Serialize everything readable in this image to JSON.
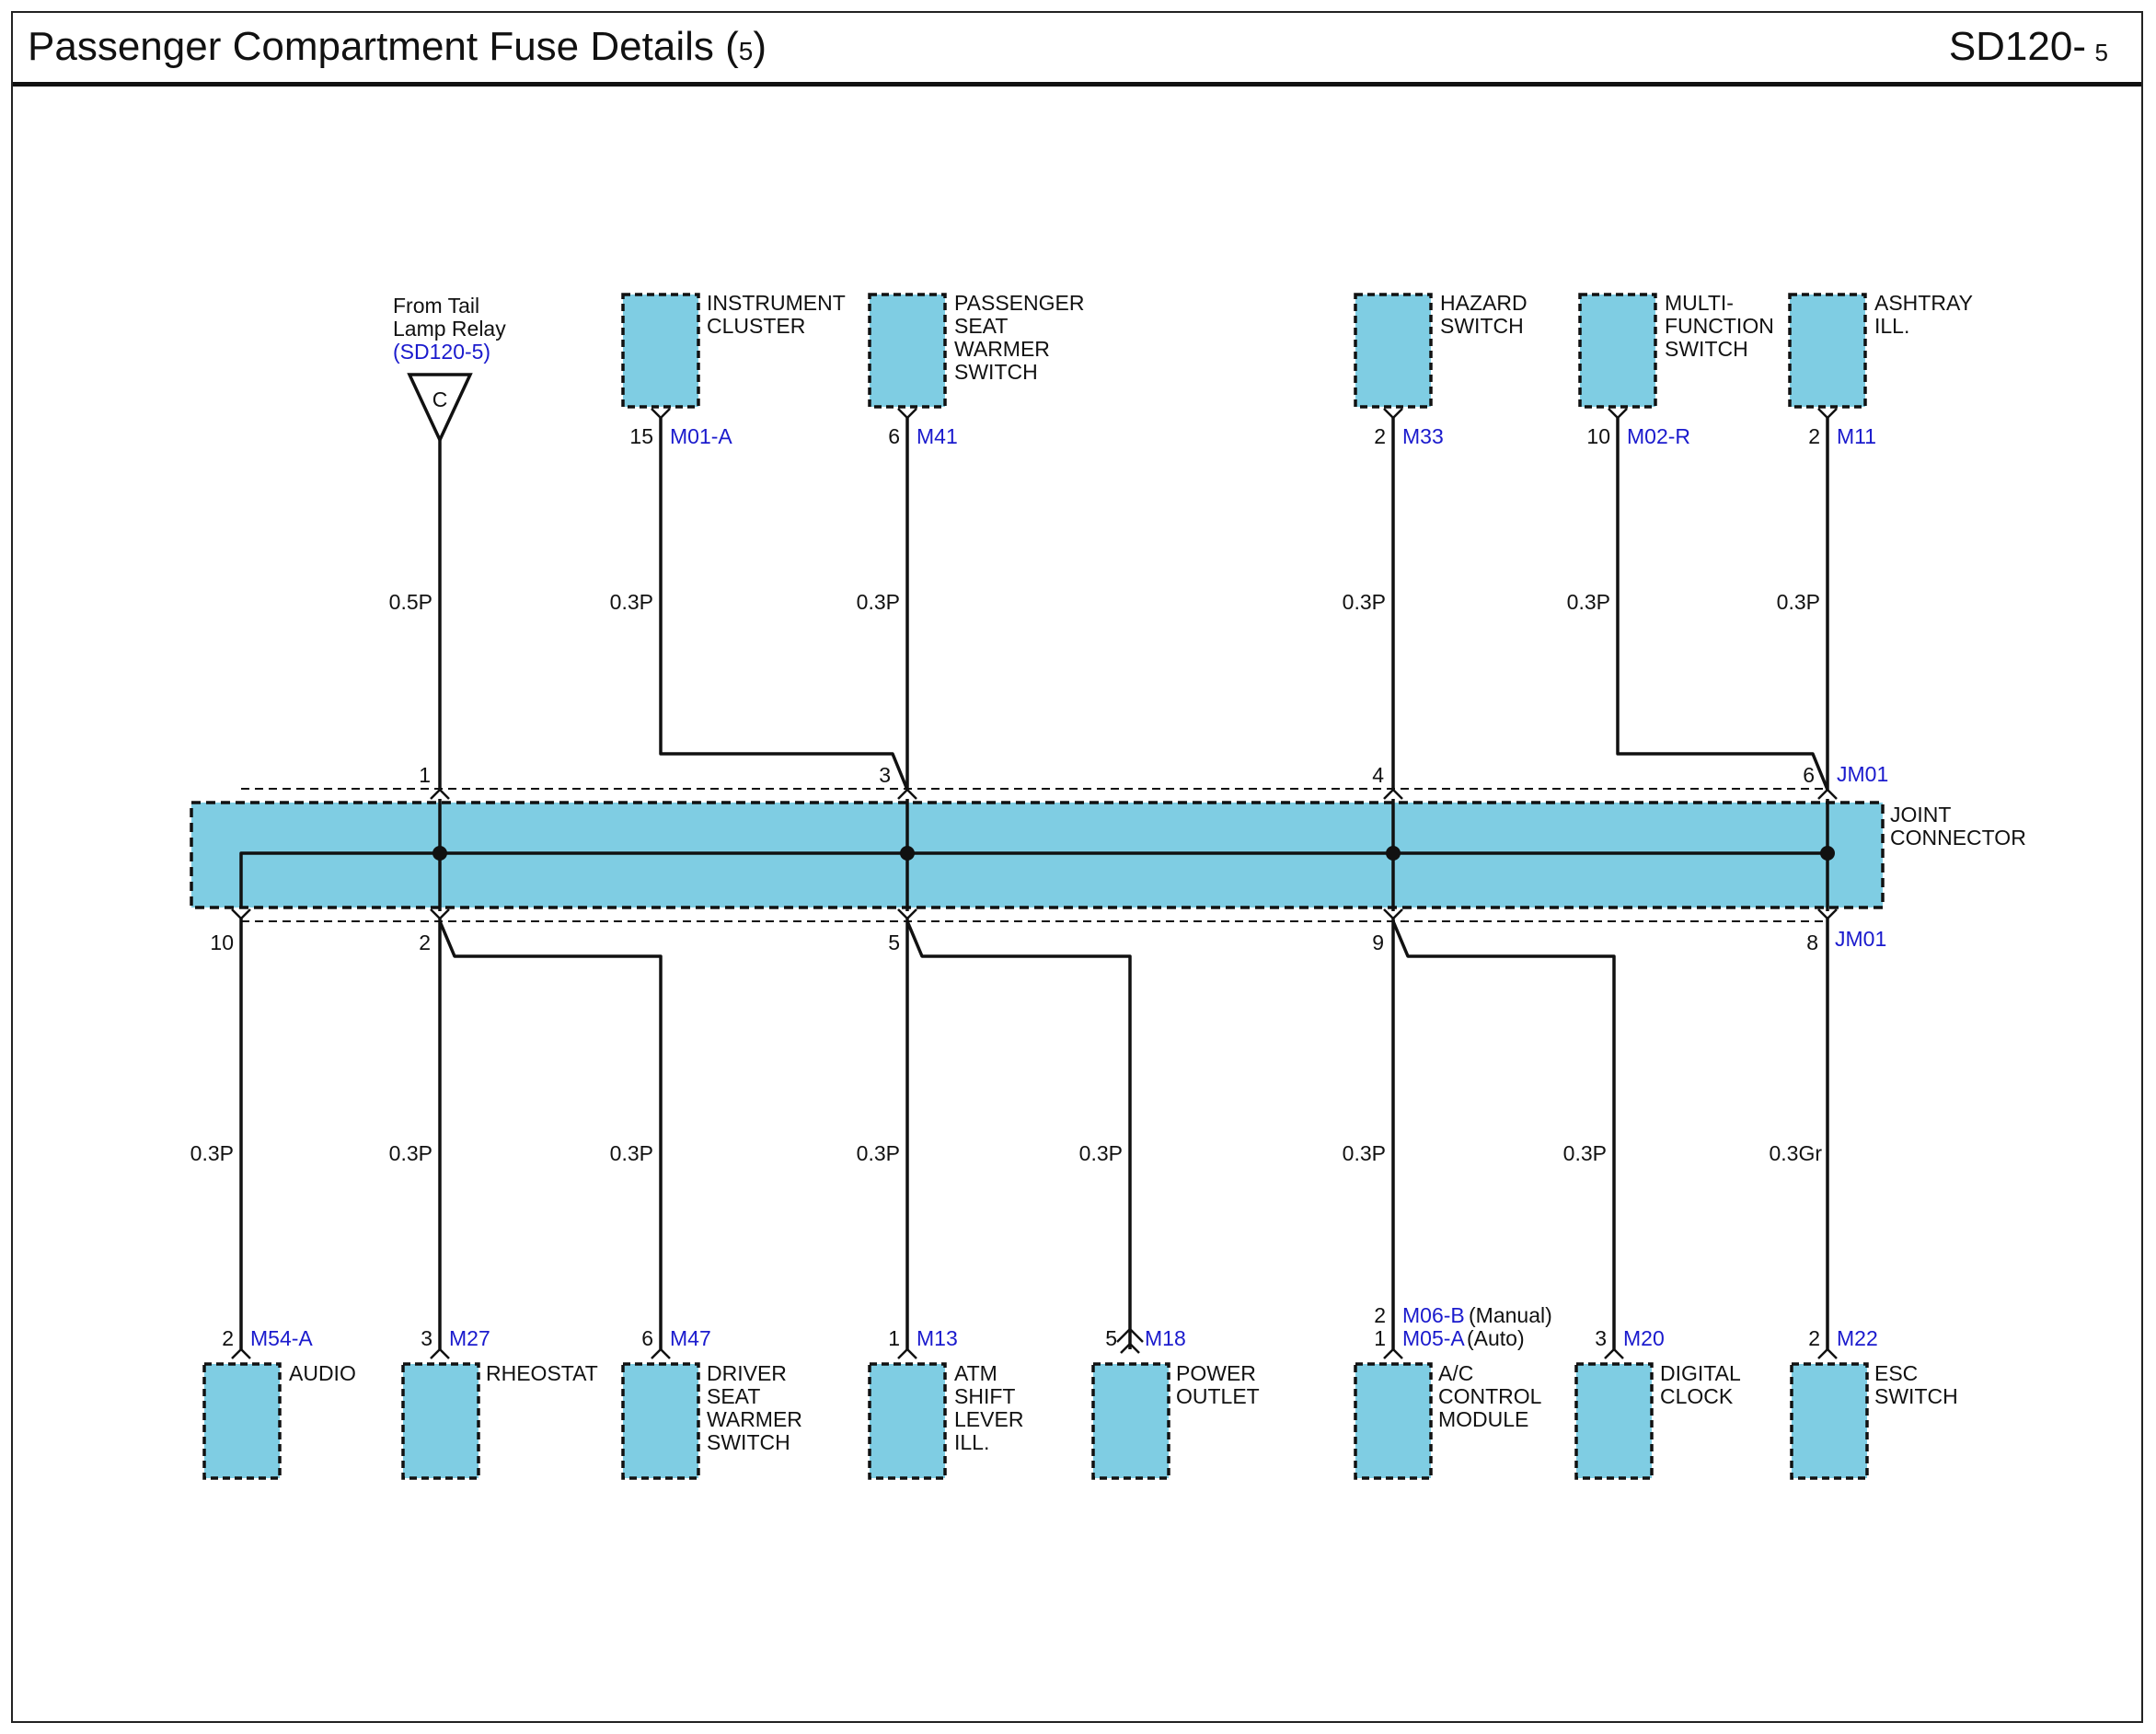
{
  "header": {
    "title": "Passenger Compartment Fuse Details",
    "title_sub": "5",
    "code": "SD120-",
    "code_sub": "5"
  },
  "colors": {
    "component_fill": "#7fcde3",
    "connector_id_blue": "#1a1acd",
    "wire": "#111111"
  },
  "source": {
    "line1": "From Tail",
    "line2": "Lamp Relay",
    "ref": "(SD120-5)",
    "terminal": "C",
    "wire": "0.5P",
    "pin": "1"
  },
  "joint_connector": {
    "label_line1": "JOINT",
    "label_line2": "CONNECTOR",
    "id_top": "JM01",
    "id_bottom": "JM01"
  },
  "top_components": [
    {
      "id": "instrument",
      "lines": [
        "INSTRUMENT",
        "CLUSTER"
      ],
      "pin": "15",
      "connector": "M01-A",
      "wire": "0.3P",
      "jpin": "3"
    },
    {
      "id": "pseat",
      "lines": [
        "PASSENGER",
        "SEAT",
        "WARMER",
        "SWITCH"
      ],
      "pin": "6",
      "connector": "M41",
      "wire": "0.3P"
    },
    {
      "id": "hazard",
      "lines": [
        "HAZARD",
        "SWITCH"
      ],
      "pin": "2",
      "connector": "M33",
      "wire": "0.3P",
      "jpin": "4"
    },
    {
      "id": "multi",
      "lines": [
        "MULTI-",
        "FUNCTION",
        "SWITCH"
      ],
      "pin": "10",
      "connector": "M02-R",
      "wire": "0.3P"
    },
    {
      "id": "ashtray",
      "lines": [
        "ASHTRAY",
        "ILL."
      ],
      "pin": "2",
      "connector": "M11",
      "wire": "0.3P",
      "jpin": "6"
    }
  ],
  "bottom_components": [
    {
      "id": "audio",
      "lines": [
        "AUDIO"
      ],
      "pin": "2",
      "connector": "M54-A",
      "wire": "0.3P",
      "jpin": "10"
    },
    {
      "id": "rheostat",
      "lines": [
        "RHEOSTAT"
      ],
      "pin": "3",
      "connector": "M27",
      "wire": "0.3P",
      "jpin": "2"
    },
    {
      "id": "dseat",
      "lines": [
        "DRIVER",
        "SEAT",
        "WARMER",
        "SWITCH"
      ],
      "pin": "6",
      "connector": "M47",
      "wire": "0.3P"
    },
    {
      "id": "atm",
      "lines": [
        "ATM",
        "SHIFT",
        "LEVER",
        "ILL."
      ],
      "pin": "1",
      "connector": "M13",
      "wire": "0.3P",
      "jpin": "5"
    },
    {
      "id": "power",
      "lines": [
        "POWER",
        "OUTLET"
      ],
      "pin": "5",
      "connector": "M18",
      "wire": "0.3P"
    },
    {
      "id": "ac",
      "lines": [
        "A/C",
        "CONTROL",
        "MODULE"
      ],
      "pin": "2",
      "connector": "M06-B",
      "note": "(Manual)",
      "pin2": "1",
      "connector2": "M05-A",
      "note2": "(Auto)",
      "wire": "0.3P",
      "jpin": "9"
    },
    {
      "id": "clock",
      "lines": [
        "DIGITAL",
        "CLOCK"
      ],
      "pin": "3",
      "connector": "M20",
      "wire": "0.3P"
    },
    {
      "id": "esc",
      "lines": [
        "ESC",
        "SWITCH"
      ],
      "pin": "2",
      "connector": "M22",
      "wire": "0.3Gr",
      "jpin": "8"
    }
  ]
}
